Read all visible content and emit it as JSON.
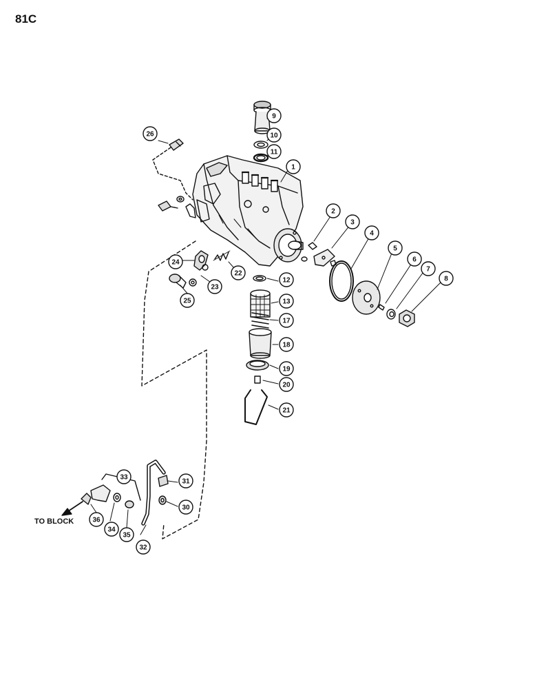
{
  "page_code": "81C",
  "destination_label": "TO BLOCK",
  "callouts": [
    "1",
    "2",
    "3",
    "4",
    "5",
    "6",
    "7",
    "8",
    "9",
    "10",
    "11",
    "12",
    "13",
    "17",
    "18",
    "19",
    "20",
    "21",
    "22",
    "23",
    "24",
    "25",
    "26",
    "30",
    "31",
    "32",
    "33",
    "34",
    "35",
    "36"
  ]
}
